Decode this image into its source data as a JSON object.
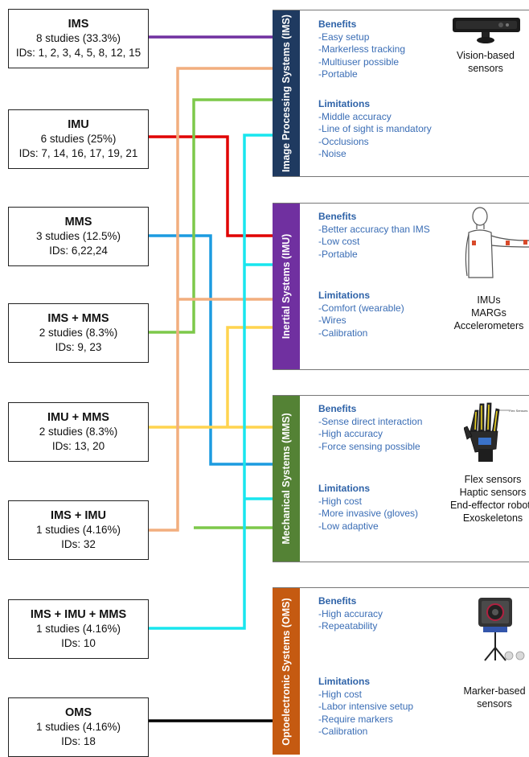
{
  "colors": {
    "ims": "#7030A0",
    "imu": "#E00000",
    "mms": "#1C9BE0",
    "ims_mms": "#7DC84A",
    "imu_mms": "#FFD44F",
    "ims_imu": "#F2AE7E",
    "ims_imu_mms": "#18E6EE",
    "oms": "#000000",
    "band_ims": "#1F3A60",
    "band_imu": "#7030A0",
    "band_mms": "#548235",
    "band_oms": "#C55A11"
  },
  "boxes": [
    {
      "title": "IMS",
      "studies": "8 studies (33.3%)",
      "ids": "IDs: 1, 2, 3, 4, 5, 8, 12, 15"
    },
    {
      "title": "IMU",
      "studies": "6 studies (25%)",
      "ids": "IDs: 7, 14, 16, 17, 19, 21"
    },
    {
      "title": "MMS",
      "studies": "3 studies (12.5%)",
      "ids": "IDs: 6,22,24"
    },
    {
      "title": "IMS + MMS",
      "studies": "2 studies (8.3%)",
      "ids": "IDs: 9, 23"
    },
    {
      "title": "IMU + MMS",
      "studies": "2 studies (8.3%)",
      "ids": "IDs: 13, 20"
    },
    {
      "title": "IMS + IMU",
      "studies": "1 studies (4.16%)",
      "ids": "IDs: 32"
    },
    {
      "title": "IMS + IMU + MMS",
      "studies": "1 studies (4.16%)",
      "ids": "IDs: 10"
    },
    {
      "title": "OMS",
      "studies": "1 studies (4.16%)",
      "ids": "IDs: 18"
    }
  ],
  "panels": [
    {
      "band": "Image Processing Systems (IMS)",
      "benefits_title": "Benefits",
      "benefits": [
        "-Easy setup",
        "-Markerless tracking",
        "-Multiuser possible",
        "-Portable"
      ],
      "limitations_title": "Limitations",
      "limitations": [
        "-Middle accuracy",
        "-Line of sight is mandatory",
        "-Occlusions",
        "-Noise"
      ],
      "caption": [
        "Vision-based",
        "sensors"
      ]
    },
    {
      "band": "Inertial Systems (IMU)",
      "benefits_title": "Benefits",
      "benefits": [
        "-Better accuracy than IMS",
        "-Low cost",
        "-Portable"
      ],
      "limitations_title": "Limitations",
      "limitations": [
        "-Comfort (wearable)",
        "-Wires",
        "-Calibration"
      ],
      "caption": [
        "IMUs",
        "MARGs",
        "Accelerometers"
      ]
    },
    {
      "band": "Mechanical Systems (MMS)",
      "benefits_title": "Benefits",
      "benefits": [
        "-Sense direct interaction",
        "-High accuracy",
        "-Force sensing possible"
      ],
      "limitations_title": "Limitations",
      "limitations": [
        "-High cost",
        "-More invasive (gloves)",
        "-Low adaptive"
      ],
      "caption": [
        "Flex sensors",
        "Haptic sensors",
        "End-effector robots",
        "Exoskeletons"
      ],
      "glove_label": "Flex Sensors"
    },
    {
      "band": "Optoelectronic Systems (OMS)",
      "benefits_title": "Benefits",
      "benefits": [
        "-High accuracy",
        "-Repeatability"
      ],
      "limitations_title": "Limitations",
      "limitations": [
        "-High cost",
        "-Labor intensive setup",
        "-Require markers",
        "-Calibration"
      ],
      "caption": [
        "Marker-based",
        "sensors"
      ]
    }
  ]
}
